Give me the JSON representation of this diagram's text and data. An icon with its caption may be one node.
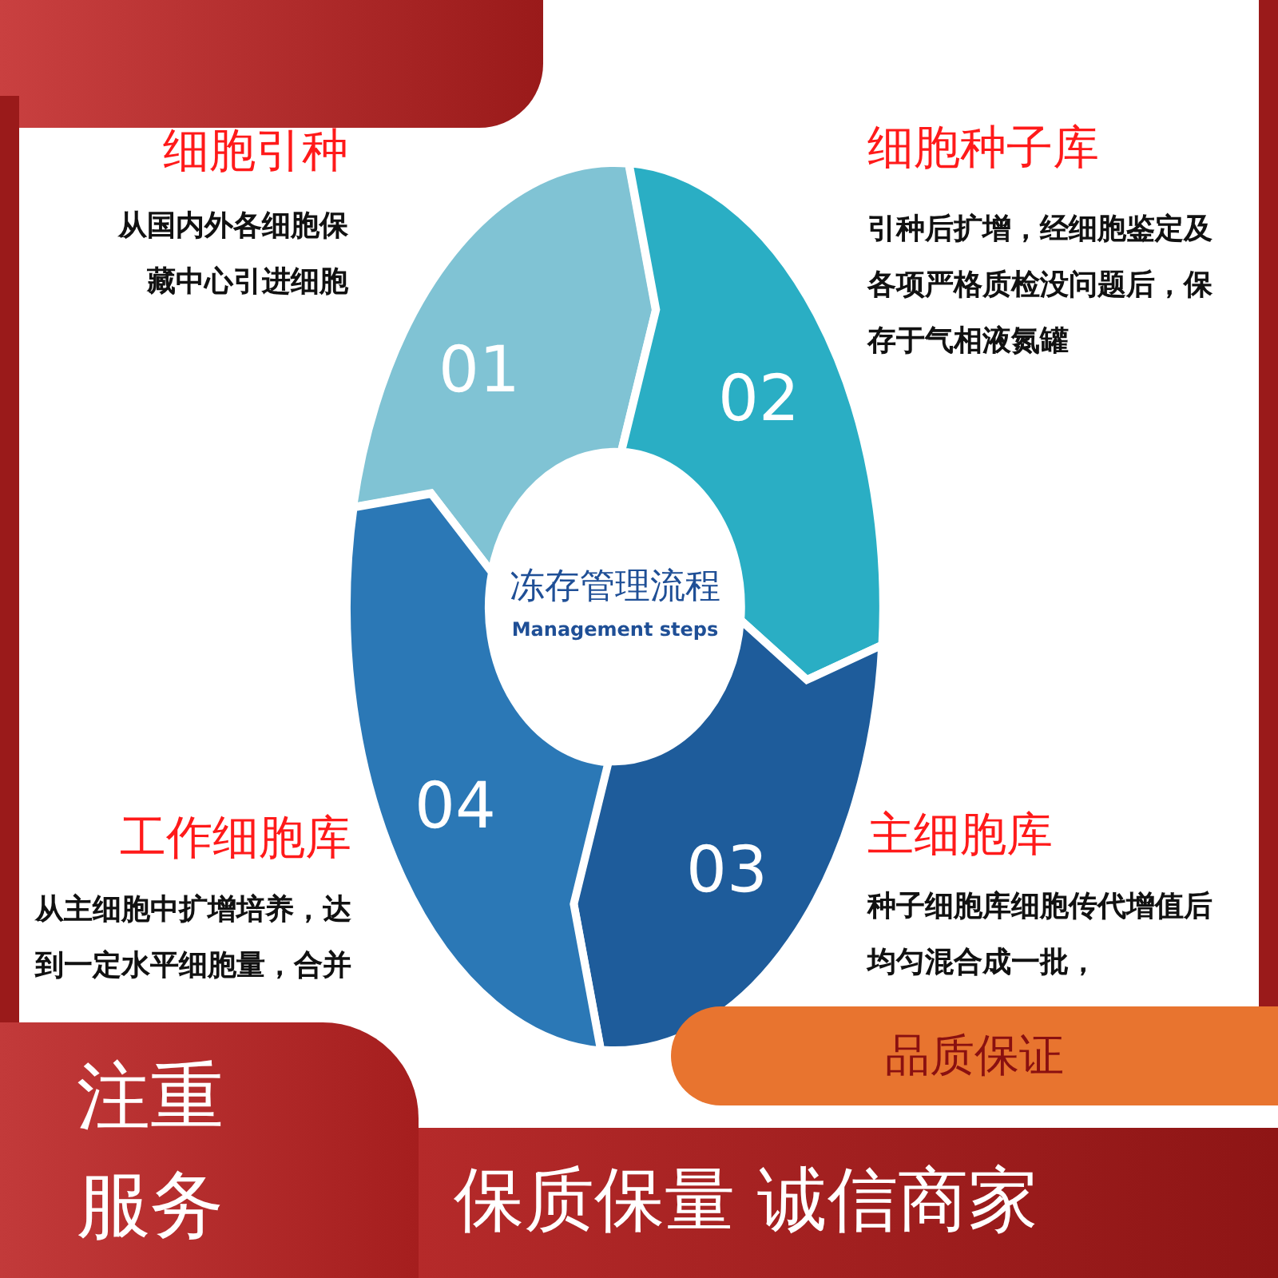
{
  "diagram": {
    "nodes": [
      {
        "text": [
          "01"
        ],
        "beside": [
          "细胞引种",
          "从国内外各细胞保藏中心引进细胞"
        ]
      },
      {
        "text": [
          "02"
        ],
        "beside": [
          "细胞种子库",
          "引种后扩增，经细胞鉴定及各项严格质检没问题后，保存于气相液氮罐"
        ]
      },
      {
        "text": [
          "03"
        ],
        "beside": [
          "主细胞库",
          "种子细胞库细胞传代增值后均匀混合成一批，"
        ]
      },
      {
        "text": [
          "04"
        ],
        "beside": [
          "工作细胞库",
          "从主细胞中扩增培养，达到一定水平细胞量，合并"
        ]
      },
      {
        "text": [
          "冻存管理流程",
          "Management steps"
        ]
      },
      {
        "text": [
          "注重服务"
        ]
      },
      {
        "text": [
          "品质保证"
        ]
      },
      {
        "text": [
          "保质保量 诚信商家"
        ]
      }
    ]
  }
}
